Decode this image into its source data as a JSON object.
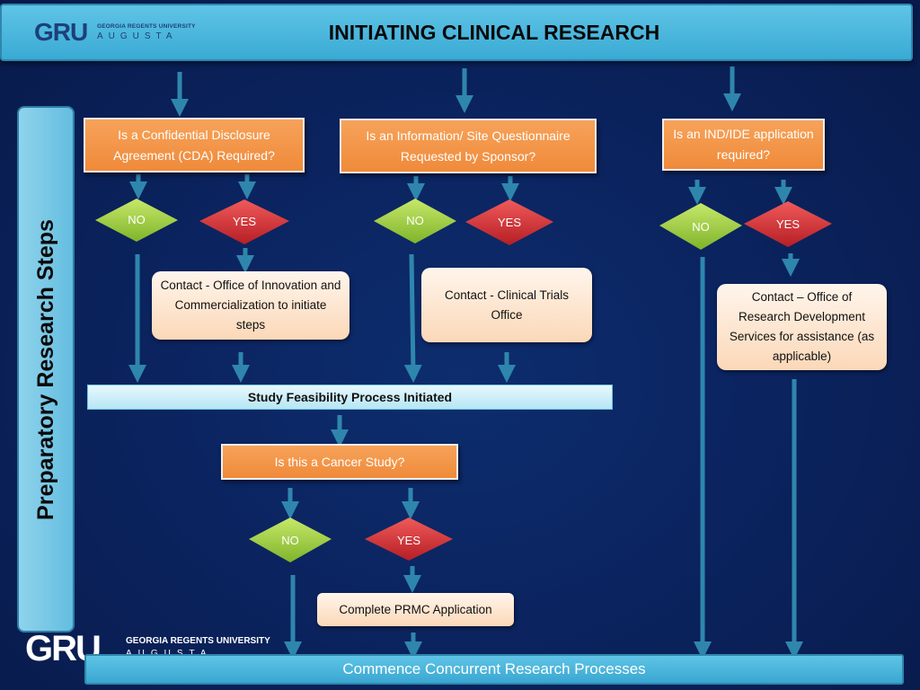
{
  "header": {
    "title": "INITIATING CLINICAL RESEARCH"
  },
  "logo": {
    "mark": "GRU",
    "line1": "GEORGIA REGENTS UNIVERSITY",
    "line2": "AUGUSTA"
  },
  "sidebar": {
    "label": "Preparatory Research Steps"
  },
  "columns": {
    "cda": {
      "question": "Is a Confidential Disclosure Agreement (CDA) Required?",
      "no": "NO",
      "yes": "YES",
      "contact": "Contact - Office of Innovation and Commercialization to initiate steps"
    },
    "questionnaire": {
      "question": "Is an Information/ Site Questionnaire Requested by Sponsor?",
      "no": "NO",
      "yes": "YES",
      "contact": "Contact  - Clinical Trials Office"
    },
    "ind": {
      "question": "Is an IND/IDE application required?",
      "no": "NO",
      "yes": "YES",
      "contact": "Contact – Office of Research Development Services for assistance (as applicable)"
    }
  },
  "feasibility": {
    "label": "Study Feasibility Process Initiated"
  },
  "cancer": {
    "question": "Is this a Cancer Study?",
    "no": "NO",
    "yes": "YES",
    "action": "Complete PRMC Application"
  },
  "footer": {
    "label": "Commence Concurrent Research Processes"
  },
  "colors": {
    "background": "#0b2460",
    "header": "#4db8e0",
    "question_box": "#f39447",
    "no_diamond": "#9ccc3a",
    "yes_diamond": "#d9333a",
    "arrow": "#2f86ad",
    "contact_box": "#fde3cb"
  }
}
